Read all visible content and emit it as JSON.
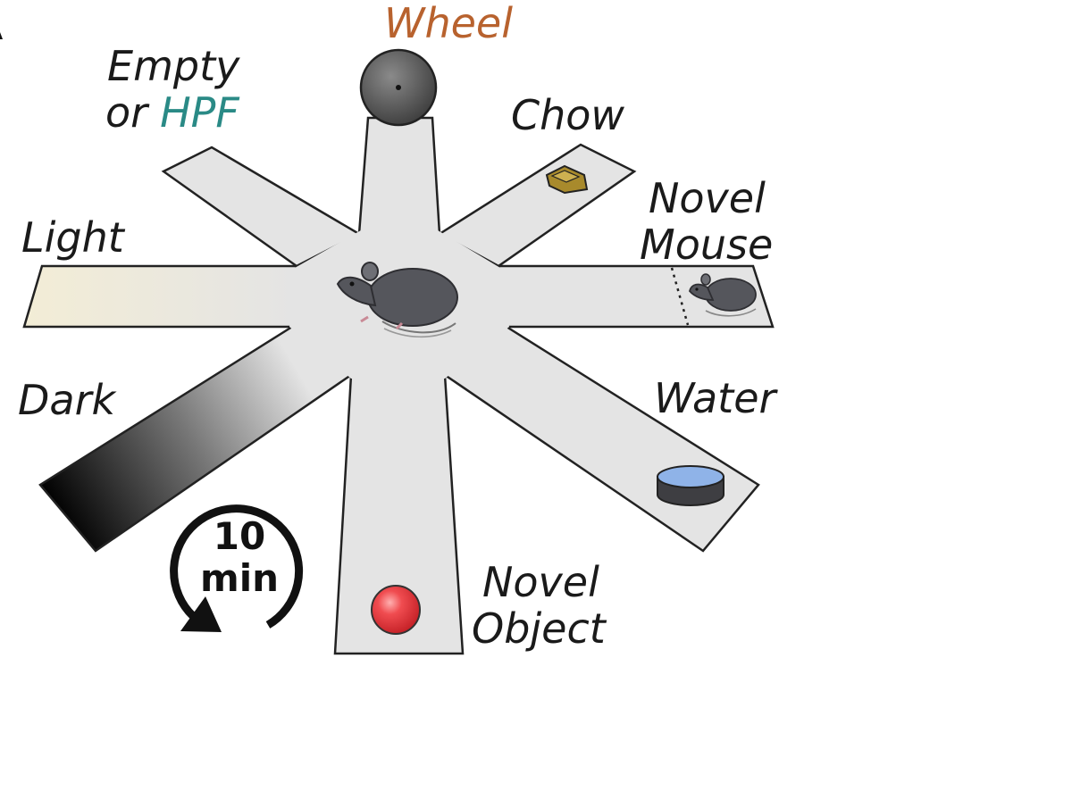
{
  "arms": [
    {
      "id": "wheel",
      "label": "Wheel",
      "label_color": "#b8622e",
      "icon": "wheel-icon"
    },
    {
      "id": "chow",
      "label": "Chow",
      "label_color": "#1a1a1a",
      "icon": "chow-pellet-icon"
    },
    {
      "id": "novel-mouse",
      "label_lines": [
        "Novel",
        "Mouse"
      ],
      "label_color": "#1a1a1a",
      "icon": "mouse-icon"
    },
    {
      "id": "water",
      "label": "Water",
      "label_color": "#1a1a1a",
      "icon": "water-dish-icon"
    },
    {
      "id": "novel-object",
      "label_lines": [
        "Novel",
        "Object"
      ],
      "label_color": "#1a1a1a",
      "icon": "red-ball-icon"
    },
    {
      "id": "dark",
      "label": "Dark",
      "label_color": "#1a1a1a"
    },
    {
      "id": "light",
      "label": "Light",
      "label_color": "#1a1a1a"
    },
    {
      "id": "empty-hpf",
      "label_lines": [
        "Empty",
        "or"
      ],
      "label_highlight": "HPF",
      "label_color": "#1a1a1a",
      "highlight_color": "#2a8a86"
    }
  ],
  "center": {
    "icon": "mouse-icon"
  },
  "timer": {
    "value": "10",
    "unit": "min",
    "icon": "clockwise-arrow-icon"
  },
  "panel_letter": "A",
  "colors": {
    "arm_fill": "#e4e4e4",
    "arm_stroke": "#222222",
    "wheel_label": "#b8622e",
    "hpf_label": "#2a8a86",
    "light_gradient_start": "#f3edd6",
    "dark_gradient_start": "#000000",
    "water": "#8fb3e8",
    "ball": "#e8363b",
    "chow": "#a88a2c",
    "mouse": "#55565c"
  }
}
